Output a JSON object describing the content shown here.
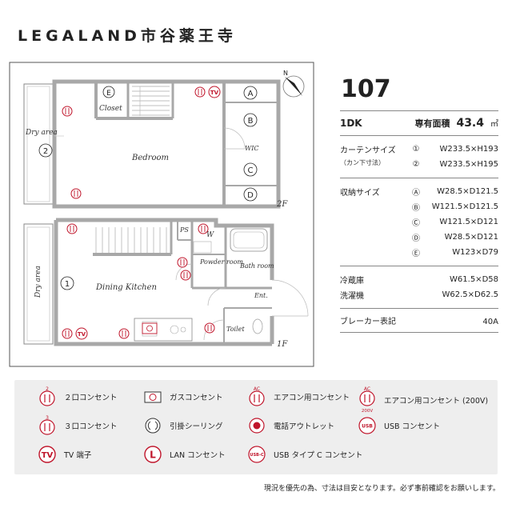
{
  "brand": {
    "title": "LEGALAND市谷薬王寺"
  },
  "plan": {
    "floor2": "2F",
    "floor1": "1F",
    "rooms": {
      "bedroom": "Bedroom",
      "closet": "Closet",
      "wic": "WIC",
      "dry_area": "Dry area",
      "dining_kitchen": "Dining Kitchen",
      "powder_room": "Powder room",
      "bath_room": "Bath room",
      "ent": "Ent.",
      "toilet": "Toilet",
      "ps": "PS",
      "w": "W"
    },
    "marks": {
      "a": "A",
      "b": "B",
      "c": "C",
      "d": "D",
      "e": "E",
      "one": "1",
      "two": "2"
    },
    "north": "N"
  },
  "info": {
    "unit": "107",
    "layout": "1DK",
    "area_label": "専有面積",
    "area_value": "43.4",
    "area_unit": "㎡",
    "curtain_label": "カーテンサイズ",
    "curtain_sub": "（カン下寸法）",
    "curtain_1_mark": "①",
    "curtain_1": "W233.5×H193",
    "curtain_2_mark": "②",
    "curtain_2": "W233.5×H195",
    "storage_label": "収納サイズ",
    "storage": [
      {
        "mark": "Ⓐ",
        "value": "W28.5×D121.5"
      },
      {
        "mark": "Ⓑ",
        "value": "W121.5×D121.5"
      },
      {
        "mark": "Ⓒ",
        "value": "W121.5×D121"
      },
      {
        "mark": "Ⓓ",
        "value": "W28.5×D121"
      },
      {
        "mark": "Ⓔ",
        "value": "W123×D79"
      }
    ],
    "fridge_label": "冷蔵庫",
    "fridge_value": "W61.5×D58",
    "washer_label": "洗濯機",
    "washer_value": "W62.5×D62.5",
    "breaker_label": "ブレーカー表記",
    "breaker_value": "40A"
  },
  "legend": {
    "outlet2": "２口コンセント",
    "gas": "ガスコンセント",
    "aircon": "エアコン用コンセント",
    "aircon200": "エアコン用コンセント (200V)",
    "outlet3": "３口コンセント",
    "ceiling": "引掛シーリング",
    "phone": "電話アウトレット",
    "usb": "USB コンセント",
    "tv": "TV 端子",
    "lan": "LAN コンセント",
    "usbc": "USB タイプ C コンセント",
    "icon_2": "2",
    "icon_3": "3",
    "icon_ac": "AC",
    "icon_200v": "200V",
    "icon_tv": "TV",
    "icon_l": "L",
    "icon_usb": "USB",
    "icon_usbc": "USB-C"
  },
  "note": "現況を優先の為、寸法は目安となります。必ず事前確認をお願いします。",
  "colors": {
    "accent": "#c0152b",
    "wall": "#a8a8a8",
    "legend_bg": "#eeeeee"
  }
}
